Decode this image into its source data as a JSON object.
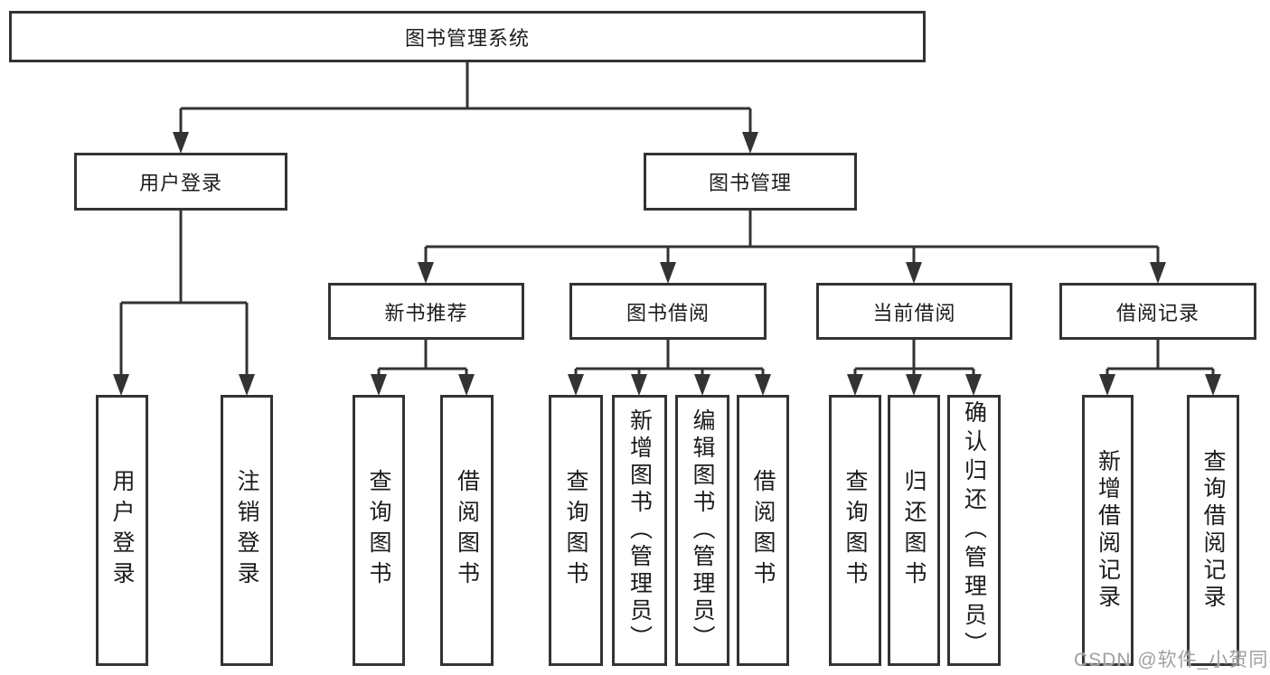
{
  "diagram": {
    "root": {
      "label": "图书管理系统"
    },
    "branches": [
      {
        "label": "用户登录",
        "children": [
          "用户登录",
          "注销登录"
        ]
      },
      {
        "label": "图书管理",
        "groups": [
          {
            "label": "新书推荐",
            "children": [
              "查询图书",
              "借阅图书"
            ]
          },
          {
            "label": "图书借阅",
            "children": [
              "查询图书",
              "新增图书（管理员）",
              "编辑图书（管理员）",
              "借阅图书"
            ]
          },
          {
            "label": "当前借阅",
            "children": [
              "查询图书",
              "归还图书",
              "确认归还（管理员）"
            ]
          },
          {
            "label": "借阅记录",
            "children": [
              "新增借阅记录",
              "查询借阅记录"
            ]
          }
        ]
      }
    ]
  },
  "watermark": {
    "text": "CSDN @软件_小贺同学"
  },
  "colors": {
    "line": "#333333",
    "text": "#1c1c1c",
    "box_background": "#ffffff",
    "watermark": "#a0a0a0"
  }
}
